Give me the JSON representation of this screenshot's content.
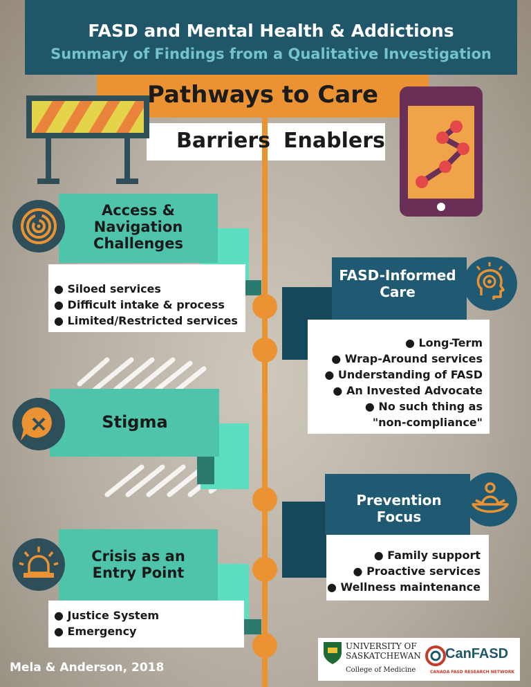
{
  "header": {
    "title": "FASD and Mental Health & Addictions",
    "subtitle": "Summary of Findings from a Qualitative Investigation"
  },
  "pathway": {
    "title": "Pathways to Care",
    "barriers_label": "Barriers",
    "enablers_label": "Enablers"
  },
  "barriers": [
    {
      "title_lines": [
        "Access &",
        "Navigation",
        "Challenges"
      ],
      "icon": "maze-icon",
      "bullets": [
        "Siloed services",
        "Difficult intake & process",
        "Limited/Restricted services"
      ]
    },
    {
      "title_lines": [
        "Stigma"
      ],
      "icon": "x-speech-bubble-icon",
      "bullets": []
    },
    {
      "title_lines": [
        "Crisis as an",
        "Entry Point"
      ],
      "icon": "siren-icon",
      "bullets": [
        "Justice System",
        "Emergency"
      ]
    }
  ],
  "enablers": [
    {
      "title_lines": [
        "FASD-Informed",
        "Care"
      ],
      "icon": "head-target-icon",
      "bullets": [
        "Long-Term",
        "Wrap-Around services",
        "Understanding of FASD",
        "An Invested Advocate",
        "No such thing as",
        "\"non-compliance\""
      ]
    },
    {
      "title_lines": [
        "Prevention Focus"
      ],
      "icon": "meditation-icon",
      "bullets": [
        "Family support",
        "Proactive services",
        "Wellness maintenance"
      ]
    }
  ],
  "credit": "Mela & Anderson, 2018",
  "logos": {
    "usask_line1": "UNIVERSITY OF",
    "usask_line2": "SASKATCHEWAN",
    "usask_line3": "College of Medicine",
    "canfasd_name": "CanFASD",
    "canfasd_tagline": "CANADA FASD RESEARCH NETWORK"
  },
  "colors": {
    "header": "#1f5669",
    "accent_orange": "#eb9332",
    "teal": "#4ec4ab",
    "navy": "#1f5a72"
  }
}
